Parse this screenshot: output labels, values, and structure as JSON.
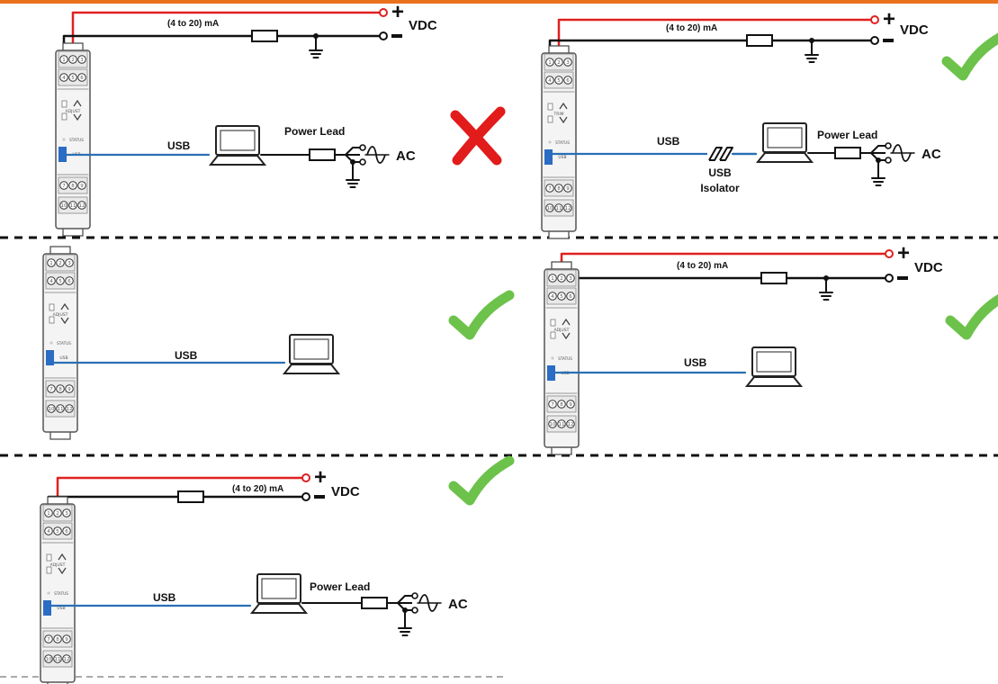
{
  "panels": [
    {
      "verdict": "wrong",
      "terminals": {
        "top1": [
          "1",
          "2",
          "3"
        ],
        "top2": [
          "4",
          "5",
          "6"
        ],
        "bottom1": [
          "7",
          "8",
          "9"
        ],
        "bottom2": [
          "10",
          "11",
          "12"
        ]
      },
      "front": {
        "adjust": "ADJUST",
        "status": "STATUS",
        "usb": "USB"
      },
      "loop": {
        "current": "(4 to 20) mA",
        "supply": "VDC",
        "plus": "+",
        "minus": "-"
      },
      "usb_label": "USB",
      "power_lead": "Power Lead",
      "ac": "AC"
    },
    {
      "verdict": "correct",
      "terminals": {
        "top1": [
          "1",
          "2",
          "3"
        ],
        "top2": [
          "4",
          "5",
          "6"
        ],
        "bottom1": [
          "7",
          "8",
          "9"
        ],
        "bottom2": [
          "10",
          "11",
          "12"
        ]
      },
      "front": {
        "adjust": "TRIM",
        "status": "STATUS",
        "usb": "USB"
      },
      "loop": {
        "current": "(4 to 20) mA",
        "supply": "VDC",
        "plus": "+",
        "minus": "-"
      },
      "usb_label": "USB",
      "isolator": [
        "USB",
        "Isolator"
      ],
      "power_lead": "Power Lead",
      "ac": "AC"
    },
    {
      "verdict": "correct",
      "terminals": {
        "top1": [
          "1",
          "2",
          "3"
        ],
        "top2": [
          "4",
          "5",
          "6"
        ],
        "bottom1": [
          "7",
          "8",
          "9"
        ],
        "bottom2": [
          "10",
          "11",
          "12"
        ]
      },
      "front": {
        "adjust": "ADJUST",
        "status": "STATUS",
        "usb": "USB"
      },
      "usb_label": "USB"
    },
    {
      "verdict": "correct",
      "terminals": {
        "top1": [
          "1",
          "2",
          "3"
        ],
        "top2": [
          "4",
          "5",
          "6"
        ],
        "bottom1": [
          "7",
          "8",
          "9"
        ],
        "bottom2": [
          "10",
          "11",
          "12"
        ]
      },
      "front": {
        "adjust": "ADJUST",
        "status": "STATUS",
        "usb": "USB"
      },
      "loop": {
        "current": "(4 to 20) mA",
        "supply": "VDC",
        "plus": "+",
        "minus": "-"
      },
      "usb_label": "USB"
    },
    {
      "verdict": "correct",
      "terminals": {
        "top1": [
          "1",
          "2",
          "3"
        ],
        "top2": [
          "4",
          "5",
          "6"
        ],
        "bottom1": [
          "7",
          "8",
          "9"
        ],
        "bottom2": [
          "10",
          "11",
          "12"
        ]
      },
      "front": {
        "adjust": "ADJUST",
        "status": "STATUS",
        "usb": "USB"
      },
      "loop": {
        "current": "(4 to 20) mA",
        "supply": "VDC",
        "plus": "+",
        "minus": "-"
      },
      "usb_label": "USB",
      "power_lead": "Power Lead",
      "ac": "AC"
    }
  ],
  "colors": {
    "loop_positive": "#e02020",
    "loop_negative": "#111111",
    "usb_cable": "#2a6fb5",
    "check": "#6cc24a",
    "cross": "#e21b1b",
    "usb_port": "#2b6cc4",
    "top_border": "#e8731c"
  }
}
